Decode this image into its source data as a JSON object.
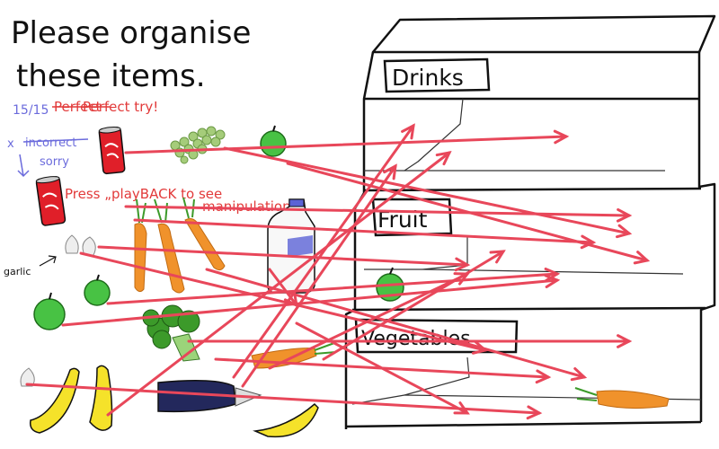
{
  "instructions": {
    "line1": "Please organise",
    "line2": "these items."
  },
  "score": {
    "text": "15/15",
    "crossed": "Perfect",
    "overwrite": "Perfect try!"
  },
  "feedback": {
    "mark": "x",
    "crossed": "incorrect",
    "note": "sorry"
  },
  "hint": {
    "line1": "Press „playBACK to see",
    "line2": "manipulation"
  },
  "labels": {
    "garlic": "garlic"
  },
  "shelves": [
    {
      "label": "Drinks"
    },
    {
      "label": "Fruit"
    },
    {
      "label": "Vegetables"
    }
  ],
  "items": [
    {
      "name": "cola-can",
      "icon": "cola-can-icon"
    },
    {
      "name": "cola-can",
      "icon": "cola-can-icon"
    },
    {
      "name": "grapes",
      "icon": "grapes-icon"
    },
    {
      "name": "apple",
      "icon": "apple-icon"
    },
    {
      "name": "apple",
      "icon": "apple-icon"
    },
    {
      "name": "apple",
      "icon": "apple-icon"
    },
    {
      "name": "garlic",
      "icon": "garlic-icon"
    },
    {
      "name": "garlic",
      "icon": "garlic-icon"
    },
    {
      "name": "carrot",
      "icon": "carrot-icon"
    },
    {
      "name": "milk-jug",
      "icon": "milk-jug-icon"
    },
    {
      "name": "broccoli",
      "icon": "broccoli-icon"
    },
    {
      "name": "bananas",
      "icon": "bananas-icon"
    },
    {
      "name": "eggplant",
      "icon": "eggplant-icon"
    }
  ],
  "colors": {
    "ink": "#111111",
    "arrow": "#e8475a",
    "red_text": "#e23a3a",
    "blue_text": "#6b6bdc",
    "carrot": "#f0922b",
    "apple": "#48c244",
    "banana": "#f5e22a",
    "can": "#e01f29",
    "broccoli": "#3c9a2a",
    "eggplant": "#23285c"
  }
}
